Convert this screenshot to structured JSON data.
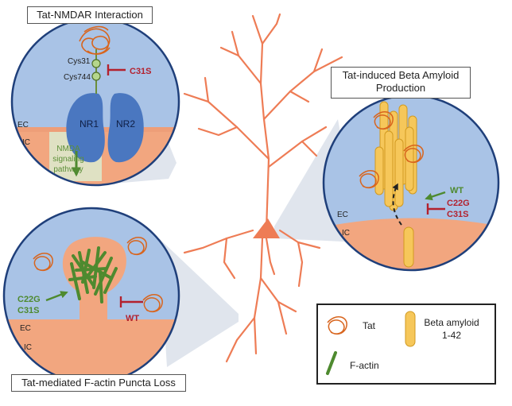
{
  "titles": {
    "tat_nmdar": "Tat-NMDAR Interaction",
    "beta_amyloid_line1": "Tat-induced Beta Amyloid",
    "beta_amyloid_line2": "Production",
    "factin": "Tat-mediated F-actin Puncta Loss"
  },
  "nmdar_panel": {
    "cys31": "Cys31",
    "cys744": "Cys744",
    "mutation": "C31S",
    "nr1": "NR1",
    "nr2": "NR2",
    "ec": "EC",
    "ic": "IC",
    "pathway_line1": "NMDA",
    "pathway_line2": "signaling",
    "pathway_line3": "pathway"
  },
  "amyloid_panel": {
    "wt": "WT",
    "c22g": "C22G",
    "c31s": "C31S",
    "ec": "EC",
    "ic": "IC"
  },
  "factin_panel": {
    "c22g": "C22G",
    "c31s": "C31S",
    "wt": "WT",
    "ec": "EC",
    "ic": "IC"
  },
  "legend": {
    "tat": "Tat",
    "beta_amyloid_line1": "Beta amyloid",
    "beta_amyloid_line2": "1-42",
    "factin": "F-actin"
  },
  "colors": {
    "neuron": "#EE7C55",
    "cell_blue": "#A9C3E6",
    "receptor_blue": "#4A77C0",
    "membrane_orange": "#F2A67F",
    "amyloid_yellow": "#F6C75A",
    "actin_green": "#4E8A2F",
    "inhibit_red": "#B3212E",
    "cone_gray": "#C7CFDF"
  }
}
